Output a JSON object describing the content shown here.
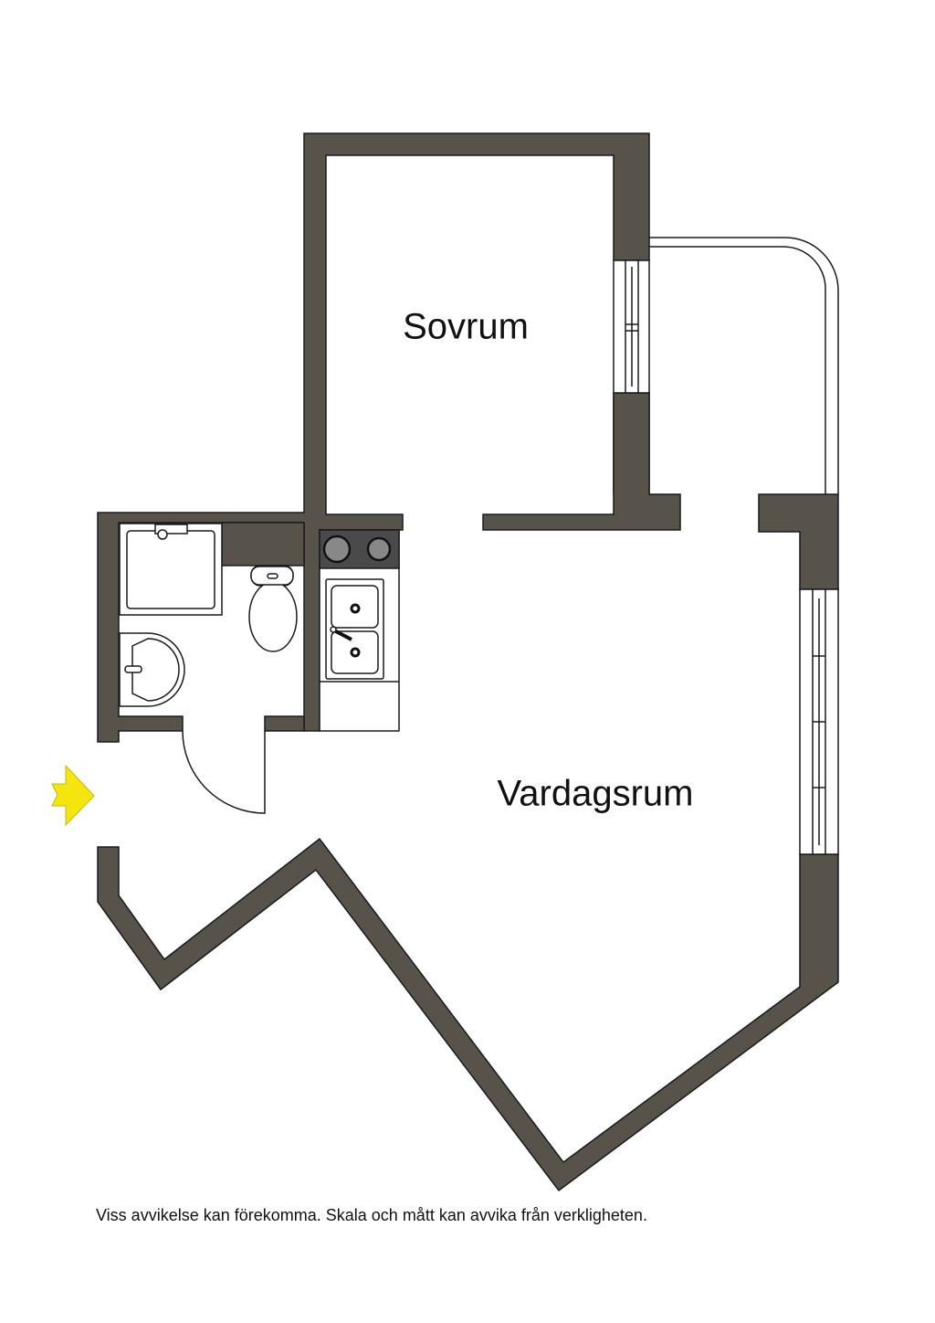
{
  "rooms": {
    "bedroom": "Sovrum",
    "living_room": "Vardagsrum"
  },
  "footer": {
    "disclaimer": "Viss avvikelse kan förekomma. Skala och mått kan avvika från verkligheten."
  },
  "colors": {
    "wall": "#57534a",
    "stove": "#4a4a4a",
    "entrance_arrow": "#f5e50f"
  },
  "icons": [
    "entrance-arrow-icon",
    "shower-icon",
    "toilet-icon",
    "washbasin-icon",
    "stove-icon",
    "sink-icon",
    "door-swing-icon",
    "window-icon",
    "balcony-railing-icon"
  ]
}
